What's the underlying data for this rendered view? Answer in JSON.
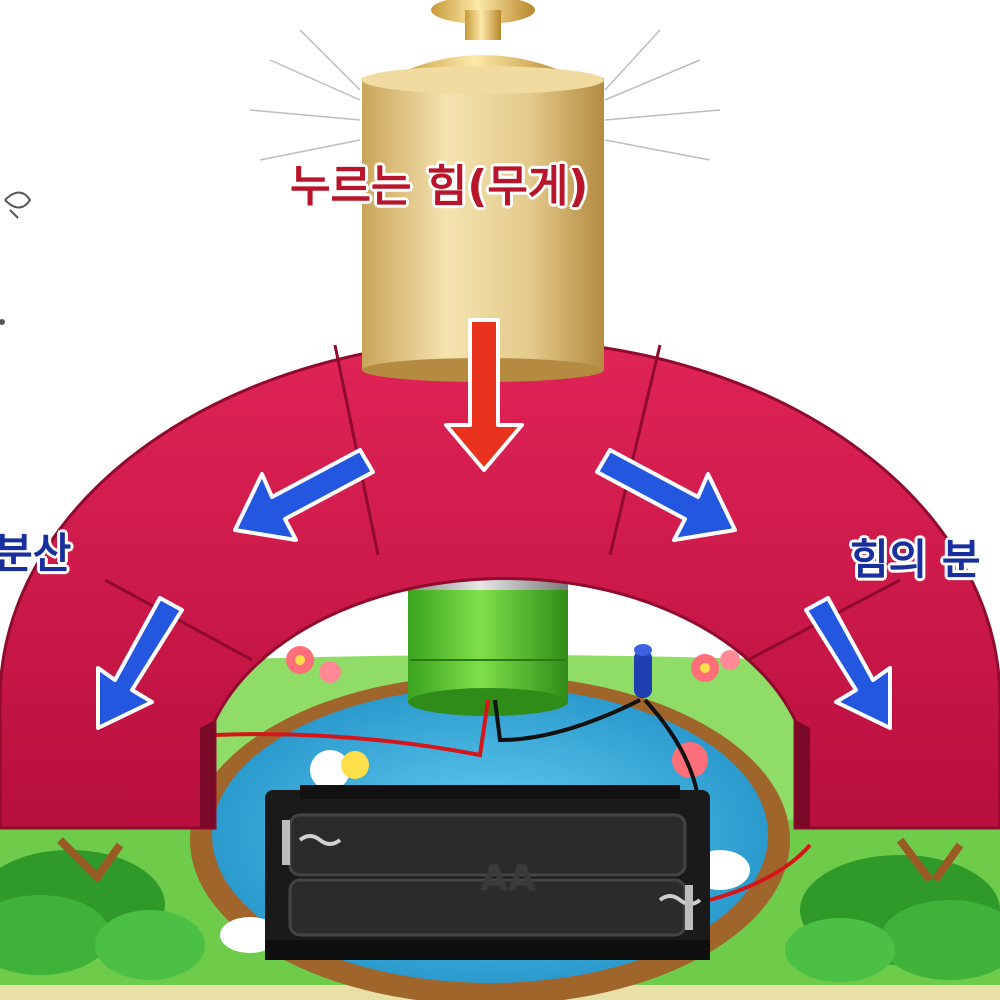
{
  "labels": {
    "top": "누르는 힘(무게)",
    "left": "분산",
    "right": "힘의 분"
  },
  "icons": [
    "weight",
    "arch-bridge",
    "down-arrow",
    "spread-arrow",
    "battery-holder",
    "buzzer",
    "pond",
    "flower",
    "tree"
  ],
  "colors": {
    "arch": "#d2164a",
    "weight": "#e3c98a",
    "press_arrow": "#e8321e",
    "spread_arrow": "#2357e0",
    "pond": "#2aa6d8",
    "grass": "#7fd65a"
  }
}
